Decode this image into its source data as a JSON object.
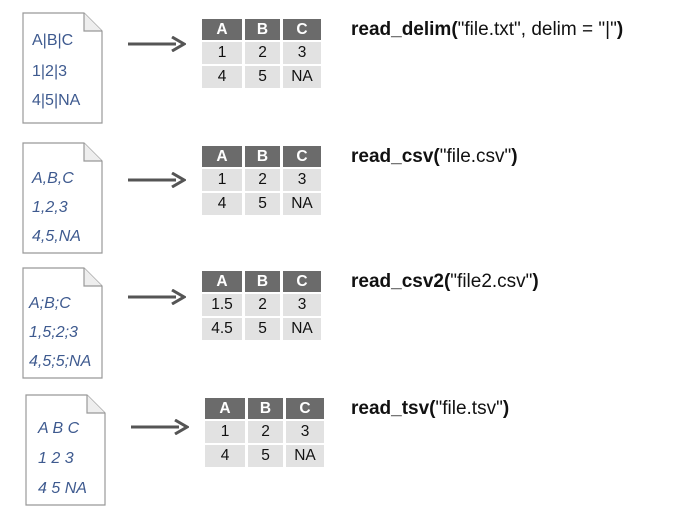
{
  "colors": {
    "file_text": "#3e5a8f",
    "header_bg": "#6b6b6b",
    "cell_bg": "#e2e2e2",
    "arrow": "#555555"
  },
  "rows": [
    {
      "file_lines": [
        "A|B|C",
        "1|2|3",
        "4|5|NA"
      ],
      "headers": [
        "A",
        "B",
        "C"
      ],
      "cells": [
        [
          "1",
          "2",
          "3"
        ],
        [
          "4",
          "5",
          "NA"
        ]
      ],
      "func": "read_delim",
      "args": "\"file.txt\", delim = \"|\""
    },
    {
      "file_lines": [
        "A,B,C",
        "1,2,3",
        "4,5,NA"
      ],
      "headers": [
        "A",
        "B",
        "C"
      ],
      "cells": [
        [
          "1",
          "2",
          "3"
        ],
        [
          "4",
          "5",
          "NA"
        ]
      ],
      "func": "read_csv",
      "args": "\"file.csv\""
    },
    {
      "file_lines": [
        "A;B;C",
        "1,5;2;3",
        "4,5;5;NA"
      ],
      "headers": [
        "A",
        "B",
        "C"
      ],
      "cells": [
        [
          "1.5",
          "2",
          "3"
        ],
        [
          "4.5",
          "5",
          "NA"
        ]
      ],
      "func": "read_csv2",
      "args": "\"file2.csv\""
    },
    {
      "file_lines": [
        "A B C",
        "1 2 3",
        "4 5 NA"
      ],
      "headers": [
        "A",
        "B",
        "C"
      ],
      "cells": [
        [
          "1",
          "2",
          "3"
        ],
        [
          "4",
          "5",
          "NA"
        ]
      ],
      "func": "read_tsv",
      "args": "\"file.tsv\""
    }
  ]
}
